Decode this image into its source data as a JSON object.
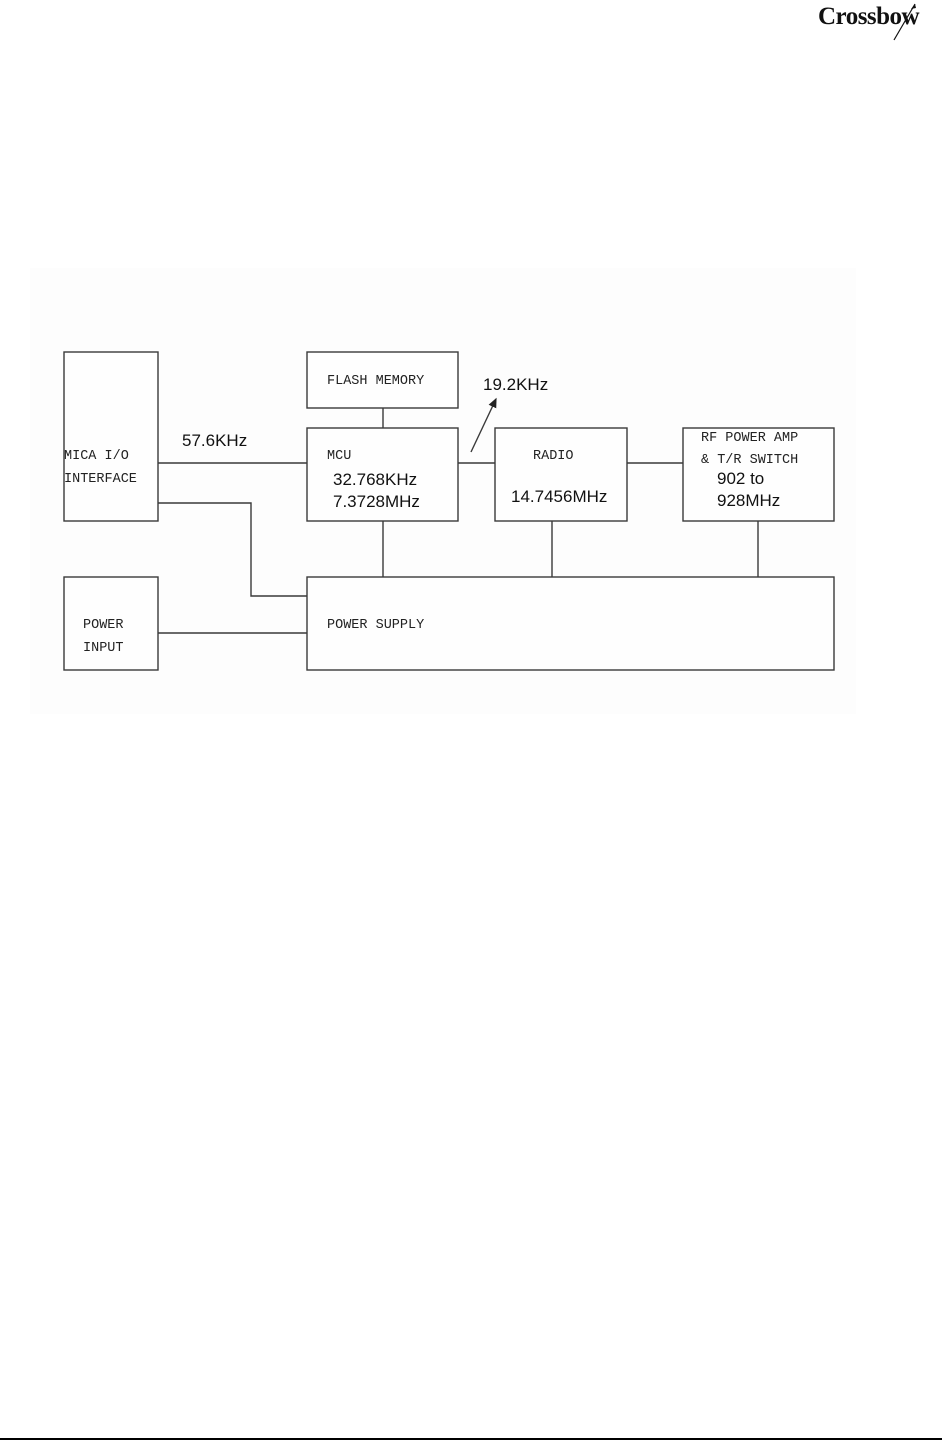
{
  "header": {
    "logo_text": "Crossbow"
  },
  "diagram": {
    "blocks": {
      "mica_io": [
        "MICA I/O",
        "INTERFACE"
      ],
      "flash_memory": "FLASH MEMORY",
      "mcu": {
        "title": "MCU",
        "clocks": [
          "32.768KHz",
          "7.3728MHz"
        ]
      },
      "radio": {
        "title": "RADIO",
        "clock": "14.7456MHz"
      },
      "rf_power_amp": {
        "title_lines": [
          "RF POWER AMP",
          "& T/R SWITCH"
        ],
        "freq_lines": [
          "902 to",
          "928MHz"
        ]
      },
      "power_input": [
        "POWER",
        "INPUT"
      ],
      "power_supply": "POWER SUPPLY"
    },
    "labels": {
      "mica_to_mcu": "57.6KHz",
      "mcu_to_radio": "19.2KHz"
    }
  }
}
